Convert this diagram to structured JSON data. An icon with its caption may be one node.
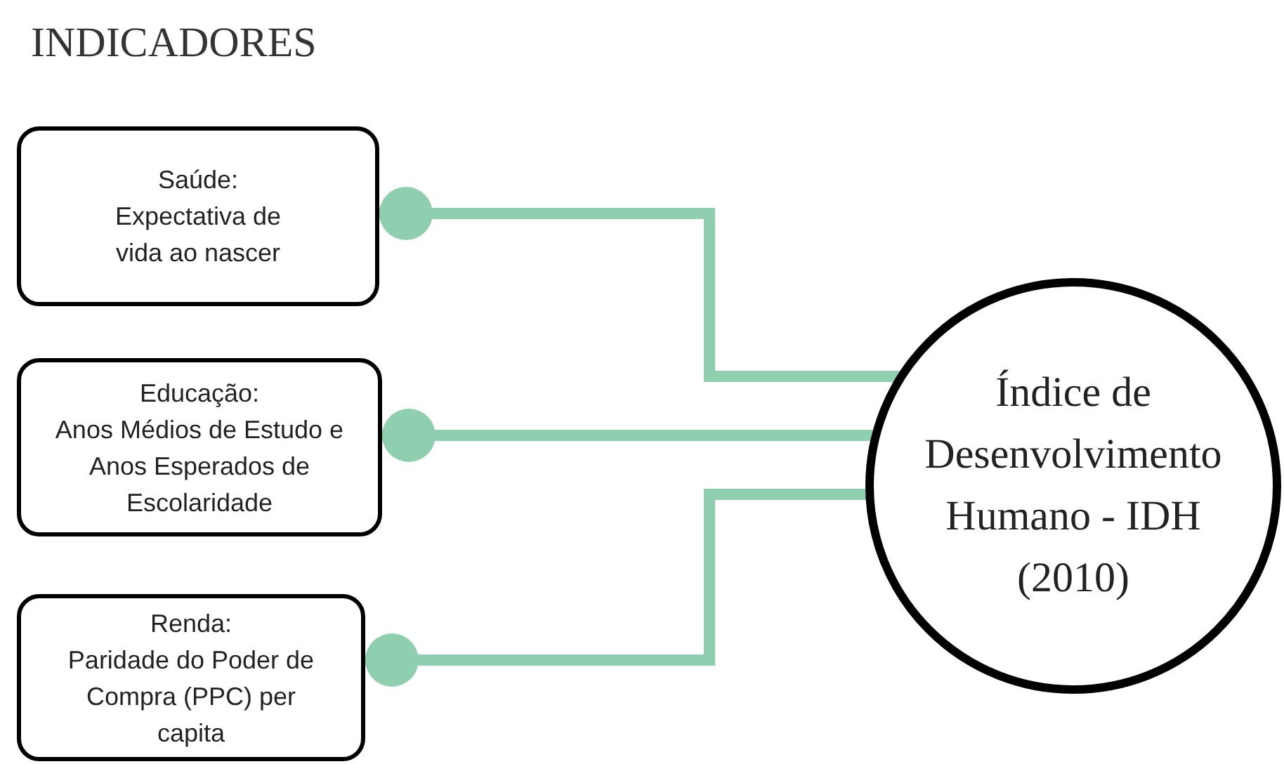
{
  "diagram": {
    "title": "INDICADORES",
    "nodes": [
      {
        "text": [
          "Saúde:",
          "Expectativa de vida ao nascer"
        ]
      },
      {
        "text": [
          "Educação:",
          "Anos Médios de Estudo e Anos Esperados de Escolaridade"
        ]
      },
      {
        "text": [
          "Renda:",
          "Paridade do Poder de Compra (PPC) per capita"
        ]
      },
      {
        "text": [
          "Índice de Desenvolvimento Humano - IDH",
          "(2010)"
        ]
      }
    ],
    "edges": [
      {
        "from": 0,
        "to": 3,
        "arrow": "other"
      },
      {
        "from": 1,
        "to": 3,
        "arrow": "other"
      },
      {
        "from": 2,
        "to": 3,
        "arrow": "other"
      }
    ]
  }
}
